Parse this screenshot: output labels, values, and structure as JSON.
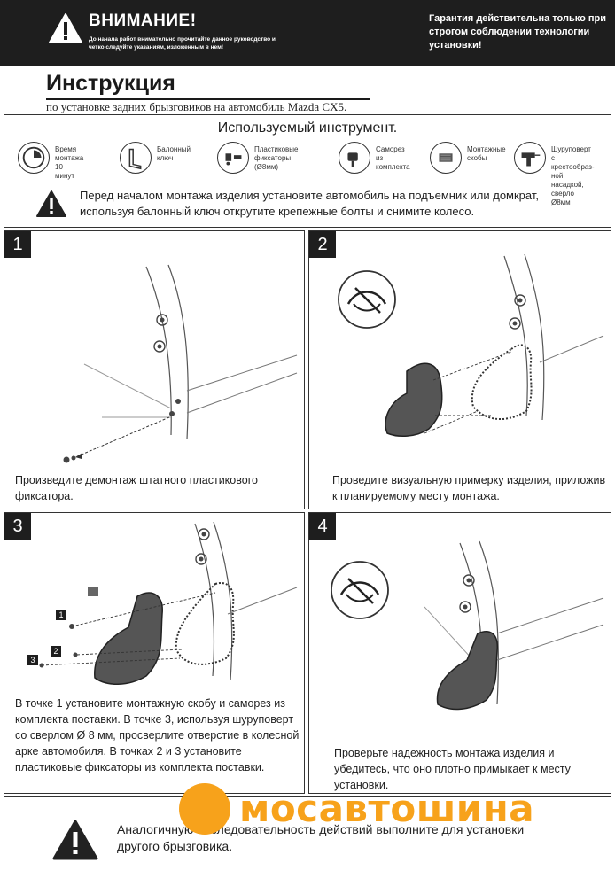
{
  "header": {
    "warning_title": "ВНИМАНИЕ!",
    "warning_sub": "До начала работ внимательно прочитайте данное руководство и четко следуйте указаниям, изложенным в нем!",
    "warranty": "Гарантия действительна только при строгом соблюдении технологии установки!"
  },
  "title": "Инструкция",
  "subtitle": "по установке задних брызговиков на автомобиль Mazda CX5.",
  "tools": {
    "heading": "Используемый инструмент.",
    "items": [
      {
        "icon": "clock-icon",
        "label": "Время монтажа\n10 минут"
      },
      {
        "icon": "wrench-icon",
        "label": "Балонный\nключ"
      },
      {
        "icon": "clips-icon",
        "label": "Пластиковые\nфиксаторы (Ø8мм)"
      },
      {
        "icon": "screw-icon",
        "label": "Саморез\nиз комплекта"
      },
      {
        "icon": "bracket-icon",
        "label": "Монтажные\nскобы"
      },
      {
        "icon": "drill-icon",
        "label": "Шуруповерт\nс крестообраз-\nной насадкой,\nсверло Ø8мм"
      }
    ],
    "notice": "Перед началом монтажа изделия установите автомобиль  на подъемник или домкрат, используя балонный ключ открутите крепежные болты и снимите колесо."
  },
  "steps": [
    {
      "num": "1",
      "text": "Произведите демонтаж штатного пластикового фиксатора."
    },
    {
      "num": "2",
      "text": "Проведите визуальную примерку изделия, приложив к планируемому месту монтажа."
    },
    {
      "num": "3",
      "text": "В точке 1 установите монтажную скобу и саморез из комплекта поставки. В точке 3, используя шуруповерт со сверлом Ø 8 мм, просверлите отверстие в колесной арке автомобиля. В точках 2 и 3 установите пластиковые фиксаторы из комплекта поставки.",
      "markers": [
        "1",
        "2",
        "3"
      ]
    },
    {
      "num": "4",
      "text": "Проверьте надежность монтажа изделия и убедитесь, что оно плотно примыкает к месту установки."
    }
  ],
  "footer": {
    "text": "Аналогичную последовательность действий выполните для установки другого брызговика."
  },
  "logo": {
    "text": "мосавтошина",
    "color": "#f7a21b"
  }
}
